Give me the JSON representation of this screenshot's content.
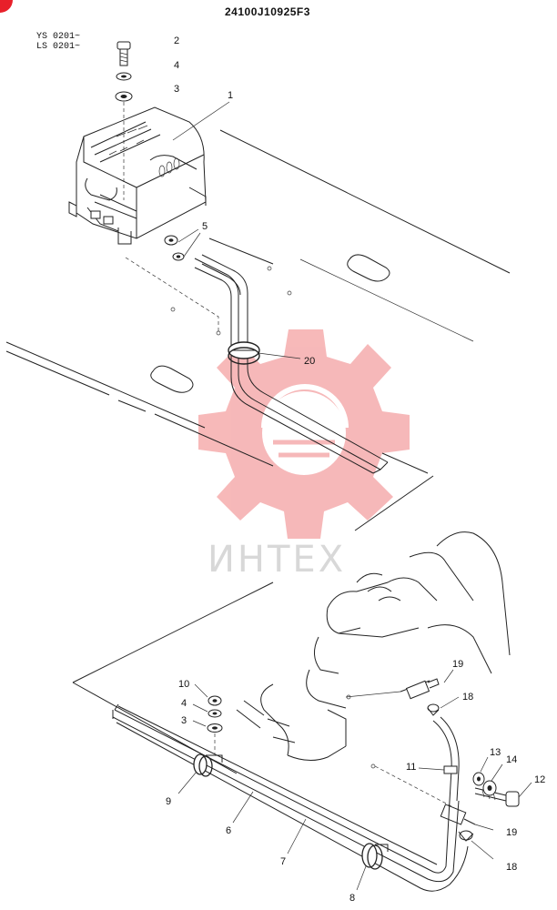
{
  "header": {
    "part_code": "24100J10925F3",
    "models": [
      "YS 0201~",
      "LS 0201~"
    ]
  },
  "watermark": {
    "text": "ИНТЕХ",
    "color": "#f07f80"
  },
  "callouts": {
    "c1": "1",
    "c2": "2",
    "c3a": "3",
    "c4a": "4",
    "c5": "5",
    "c20": "20",
    "c19a": "19",
    "c18a": "18",
    "c10": "10",
    "c4b": "4",
    "c3b": "3",
    "c13": "13",
    "c14": "14",
    "c12": "12",
    "c11": "11",
    "c9": "9",
    "c6": "6",
    "c7": "7",
    "c19b": "19",
    "c18b": "18",
    "c8": "8"
  }
}
